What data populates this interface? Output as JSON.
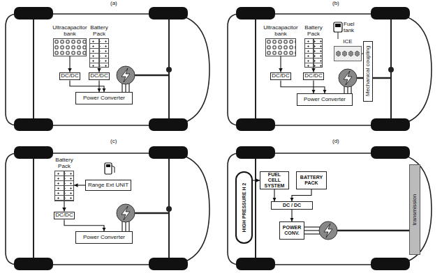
{
  "diagram": {
    "nodes": [
      {
        "text": [
          "Ultracapacitor bank"
        ]
      },
      {
        "text": [
          "Battery Pack"
        ]
      },
      {
        "text": [
          "DC/DC"
        ]
      },
      {
        "text": [
          "DC/DC"
        ]
      },
      {
        "text": [
          "Power Converter"
        ]
      },
      {
        "text": [
          "Ultracapacitor bank"
        ]
      },
      {
        "text": [
          "Battery Pack"
        ]
      },
      {
        "text": [
          "ICE"
        ]
      },
      {
        "text": [
          "Mechanical coupling"
        ]
      },
      {
        "text": [
          "DC/DC"
        ]
      },
      {
        "text": [
          "DC/DC"
        ]
      },
      {
        "text": [
          "Power Converter"
        ]
      },
      {
        "text": [
          "Battery Pack"
        ]
      },
      {
        "text": [
          "Range Ext UNIT"
        ]
      },
      {
        "text": [
          "DC/DC"
        ]
      },
      {
        "text": [
          "Power Converter"
        ]
      },
      {
        "text": [
          "HIGH PRESSURE H 2"
        ]
      },
      {
        "text": [
          "FUEL CELL SYSTEM"
        ]
      },
      {
        "text": [
          "BATTERY PACK"
        ]
      },
      {
        "text": [
          "DC / DC"
        ]
      },
      {
        "text": [
          "POWER CONV."
        ]
      },
      {
        "text": [
          "transmission"
        ]
      }
    ],
    "edges": [
      {
        "from": 0,
        "to": 2,
        "arrow": "to"
      },
      {
        "from": 1,
        "to": 3,
        "arrow": "to"
      },
      {
        "from": 2,
        "to": 4,
        "arrow": "to"
      },
      {
        "from": 3,
        "to": 4,
        "arrow": "to"
      },
      {
        "from": 5,
        "to": 9,
        "arrow": "to"
      },
      {
        "from": 6,
        "to": 10,
        "arrow": "to"
      },
      {
        "from": 9,
        "to": 11,
        "arrow": "to"
      },
      {
        "from": 10,
        "to": 11,
        "arrow": "to"
      },
      {
        "from": 7,
        "to": 8,
        "arrow": "none"
      },
      {
        "from": 13,
        "to": 12,
        "arrow": "to"
      },
      {
        "from": 12,
        "to": 14,
        "arrow": "to"
      },
      {
        "from": 14,
        "to": 15,
        "arrow": "to"
      },
      {
        "from": 16,
        "to": 17,
        "arrow": "to"
      },
      {
        "from": 17,
        "to": 19,
        "arrow": "to"
      },
      {
        "from": 18,
        "to": 19,
        "arrow": "to"
      },
      {
        "from": 19,
        "to": 20,
        "arrow": "to"
      }
    ],
    "labels": [
      "(a)",
      "(b)",
      "(c)",
      "(d)",
      "Fuel tank"
    ]
  }
}
